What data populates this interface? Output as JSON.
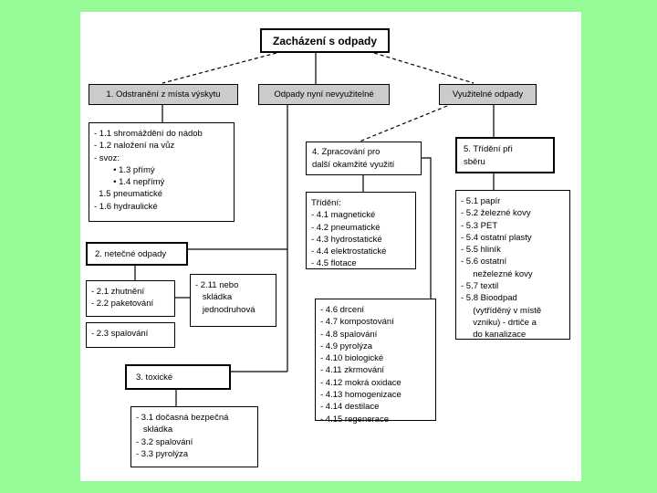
{
  "colors": {
    "background": "#96fa96",
    "canvas": "#ffffff",
    "node_fill_gray": "#cbcbcb",
    "line": "#000000"
  },
  "nodes": {
    "title": {
      "label": "Zacházení s odpady"
    },
    "removal": {
      "label": "1. Odstranění z místa výskytu"
    },
    "unusable": {
      "label": "Odpady nyní nevyužitelné"
    },
    "usable": {
      "label": "Využitelné odpady"
    },
    "collection_methods": {
      "lines": [
        "- 1.1 shromáždění do nádob",
        "- 1.2 naložení na vůz",
        "- svoz:",
        "        • 1.3 přímý",
        "        • 1.4 nepřímý",
        "  1.5 pneumatické",
        "- 1.6 hydraulické"
      ]
    },
    "inert": {
      "label": "2. netečné odpady"
    },
    "inert_methods": {
      "lines": [
        "- 2.1 zhutnění",
        "- 2.2 paketování"
      ]
    },
    "landfill": {
      "lines": [
        "- 2.11 nebo",
        "   skládka",
        "   jednodruhová"
      ]
    },
    "incineration2": {
      "lines": [
        "- 2.3 spalování"
      ]
    },
    "toxic": {
      "label": "3. toxické"
    },
    "toxic_methods": {
      "lines": [
        "- 3.1 dočasná bezpečná",
        "   skládka",
        "- 3.2 spalování",
        "- 3.3 pyrolýza"
      ]
    },
    "processing": {
      "lines": [
        "4. Zpracování pro",
        "další okamžité využití"
      ]
    },
    "sorting_methods": {
      "lines": [
        "Třídění:",
        "- 4.1 magnetické",
        "- 4.2 pneumatické",
        "- 4.3 hydrostatické",
        "- 4.4 elektrostatické",
        "- 4.5 flotace"
      ]
    },
    "treatment_methods": {
      "lines": [
        "- 4.6 drcení",
        "- 4.7 kompostování",
        "- 4.8 spalování",
        "- 4.9 pyrolýza",
        "- 4.10 biologické",
        "- 4.11 zkrmování",
        "- 4.12 mokrá oxidace",
        "- 4.13 homogenizace",
        "- 4.14 destilace",
        "- 4.15 regenerace"
      ]
    },
    "sorting_at_collection": {
      "lines": [
        "5. Třídění při",
        "sběru"
      ]
    },
    "materials": {
      "lines": [
        "- 5.1 papír",
        "- 5.2 železné kovy",
        "- 5.3 PET",
        "- 5.4 ostatní plasty",
        "- 5.5 hliník",
        "- 5.6 ostatní",
        "     neželezné kovy",
        "- 5.7 textil",
        "- 5.8 Bioodpad",
        "     (vytříděný v místě",
        "     vzniku) - drtiče a",
        "     do kanalizace"
      ]
    }
  }
}
